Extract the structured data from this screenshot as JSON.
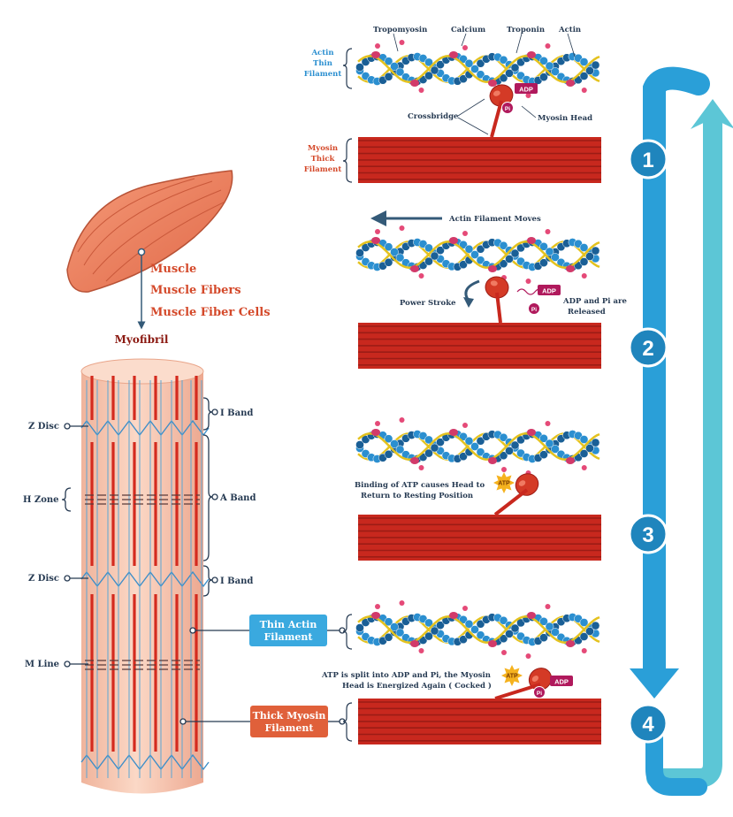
{
  "colors": {
    "muscle": "#f08060",
    "muscle_dark": "#b04c30",
    "red_text": "#d4492a",
    "thick": "#c8281e",
    "thick_dark": "#9c1c15",
    "actin": "#2b8fd0",
    "actin_dark": "#1a5f96",
    "tropomyosin": "#e4c21e",
    "calcium": "#e54a78",
    "cycle_arrow": "#2a9fd8",
    "cycle_return": "#5cc6d6",
    "label_thin_bg": "#3aa9df",
    "label_thick_bg": "#e0603a",
    "myofibril": "#f8c6ae"
  },
  "hierarchy": {
    "muscle": "Muscle",
    "fibers": "Muscle Fibers",
    "fiber_cells": "Muscle Fiber Cells",
    "myofibril": "Myofibril"
  },
  "sarcomere_labels": {
    "z_disc_top": "Z Disc",
    "h_zone": "H Zone",
    "z_disc_mid": "Z Disc",
    "m_line": "M Line",
    "i_band_top": "I Band",
    "a_band": "A Band",
    "i_band_mid": "I Band",
    "thin_actin": [
      "Thin Actin",
      "Filament"
    ],
    "thick_myosin": [
      "Thick Myosin",
      "Filament"
    ]
  },
  "step1": {
    "number": "1",
    "tropomyosin": "Tropomyosin",
    "calcium": "Calcium",
    "troponin": "Troponin",
    "actin": "Actin",
    "actin_thin": [
      "Actin",
      "Thin",
      "Filament"
    ],
    "myosin_thick": [
      "Myosin",
      "Thick",
      "Filament"
    ],
    "crossbridge": "Crossbridge",
    "myosin_head": "Myosin Head",
    "adp": "ADP",
    "pi": "Pi"
  },
  "step2": {
    "number": "2",
    "moves": "Actin Filament Moves",
    "power_stroke": "Power Stroke",
    "released": [
      "ADP and Pi are",
      "Released"
    ],
    "adp": "ADP",
    "pi": "Pi"
  },
  "step3": {
    "number": "3",
    "binding": [
      "Binding of ATP causes Head to",
      "Return to Resting Position"
    ],
    "atp": "ATP"
  },
  "step4": {
    "number": "4",
    "split": [
      "ATP is split into ADP and Pi, the Myosin",
      "Head is Energized Again ( Cocked )"
    ],
    "atp": "ATP",
    "adp": "ADP",
    "pi": "Pi"
  }
}
